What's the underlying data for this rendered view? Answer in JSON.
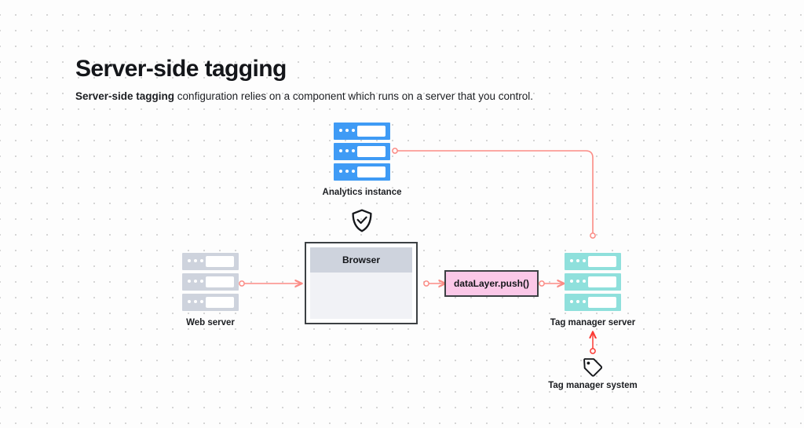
{
  "header": {
    "title": "Server-side tagging",
    "subtitle_bold": "Server-side tagging",
    "subtitle_rest": " configuration relies on a component which runs on a server that you control."
  },
  "diagram": {
    "nodes": [
      {
        "id": "analytics-instance",
        "label": "Analytics instance",
        "type": "server-stack",
        "color": "#3f9bf5",
        "rows": 3
      },
      {
        "id": "web-server",
        "label": "Web server",
        "type": "server-stack",
        "color": "#ced3dd",
        "rows": 3
      },
      {
        "id": "tag-manager-server",
        "label": "Tag manager server",
        "type": "server-stack",
        "color": "#8fe0dc",
        "rows": 3
      },
      {
        "id": "browser",
        "label": "Browser",
        "type": "window",
        "titlebar_color": "#ced3dd",
        "body_color": "#f1f2f6",
        "border_color": "#3c4043"
      },
      {
        "id": "datalayer-push",
        "label": "dataLayer.push()",
        "type": "box",
        "fill": "#fbc8e8",
        "border_color": "#3c4043"
      },
      {
        "id": "shield",
        "label": "",
        "type": "icon",
        "icon": "shield-check-icon"
      },
      {
        "id": "tag-manager-system",
        "label": "Tag manager system",
        "type": "icon",
        "icon": "tag-icon"
      }
    ],
    "edges": [
      {
        "id": "web-server-to-browser",
        "from": "web-server",
        "to": "browser",
        "style": "solid",
        "color": "#fb8b85",
        "start_marker": "circle",
        "end_marker": "arrow"
      },
      {
        "id": "browser-to-datalayer",
        "from": "browser",
        "to": "datalayer-push",
        "style": "solid",
        "color": "#fb8b85",
        "start_marker": "circle",
        "end_marker": "arrow"
      },
      {
        "id": "datalayer-to-tag-manager-server",
        "from": "datalayer-push",
        "to": "tag-manager-server",
        "style": "solid",
        "color": "#fb8b85",
        "start_marker": "circle",
        "end_marker": "arrow"
      },
      {
        "id": "analytics-to-tag-manager-server",
        "from": "analytics-instance",
        "to": "tag-manager-server",
        "style": "solid",
        "color": "#fb8b85",
        "start_marker": "circle",
        "end_marker": "circle"
      },
      {
        "id": "tag-manager-system-to-server",
        "from": "tag-manager-system",
        "to": "tag-manager-server",
        "style": "solid",
        "color": "#fb3b35",
        "start_marker": "circle",
        "end_marker": "arrow"
      }
    ],
    "colors": {
      "background": "#fdfdfd",
      "grid_dot": "#c8c8c8",
      "connector": "#fb8b85",
      "connector_alt": "#fb3b35",
      "text": "#14161a"
    }
  }
}
